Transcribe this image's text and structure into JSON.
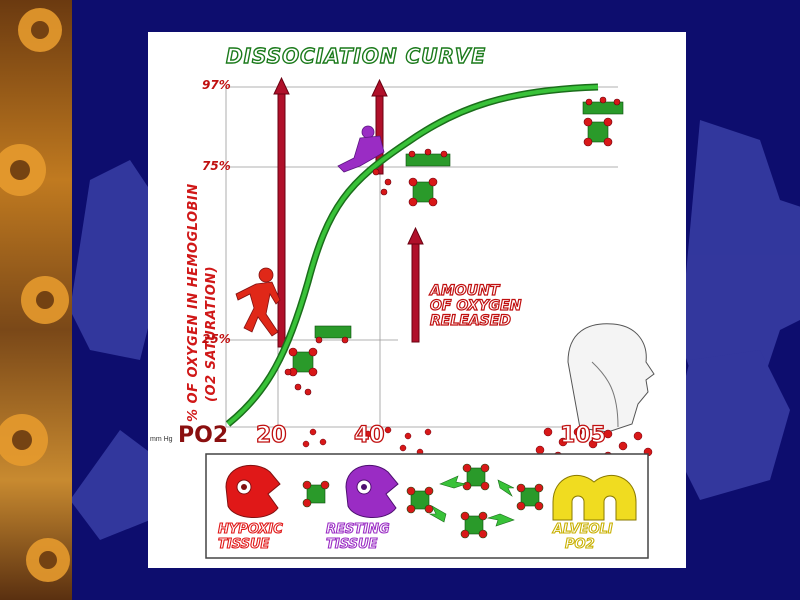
{
  "title": "DISSOCIATION CURVE",
  "y_axis": {
    "label": "% OF OXYGEN IN HEMOGLOBIN",
    "sublabel": "(O2 SATURATION)",
    "ticks": [
      "97%",
      "75%",
      "25%"
    ]
  },
  "x_axis": {
    "label": "PO2",
    "unit": "mm Hg",
    "ticks": [
      "20",
      "40",
      "105"
    ]
  },
  "annotation": {
    "line1": "AMOUNT",
    "line2": "OF OXYGEN",
    "line3": "RELEASED"
  },
  "tissues": [
    {
      "line1": "HYPOXIC",
      "line2": "TISSUE"
    },
    {
      "line1": "RESTING",
      "line2": "TISSUE"
    },
    {
      "line1": "ALVEOLI",
      "line2": "PO2"
    }
  ],
  "colors": {
    "background": "#0d0d6e",
    "curve": "#2aa82a",
    "arrow": "#b0102a",
    "hypoxic": "#e01818",
    "resting": "#9a2cc4",
    "alveoli": "#f0dc20"
  }
}
